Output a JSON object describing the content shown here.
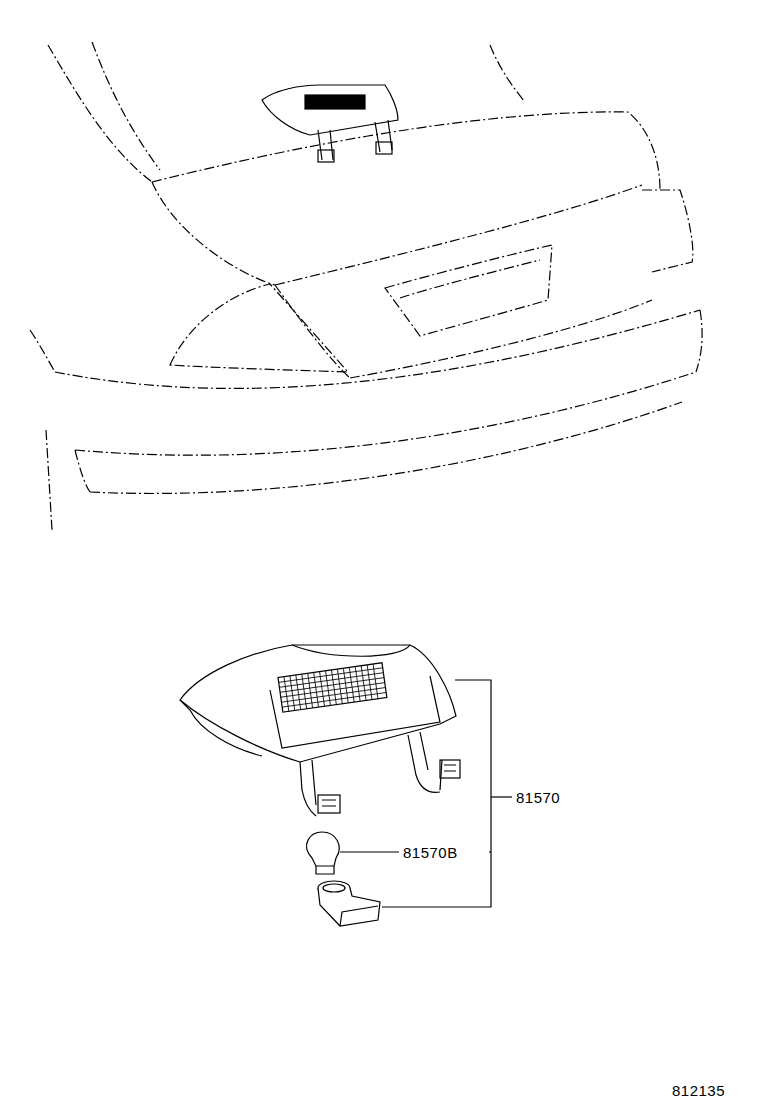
{
  "diagram": {
    "labels": [
      "81570",
      "81570B",
      "812135"
    ]
  }
}
